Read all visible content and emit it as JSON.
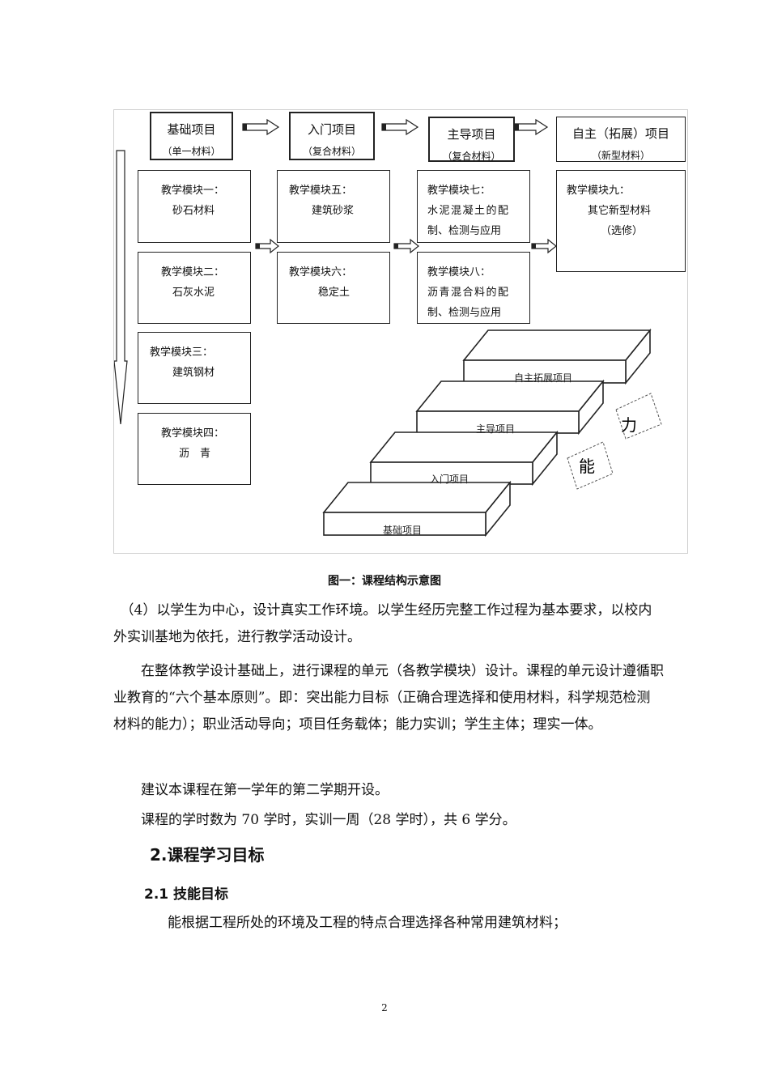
{
  "figure": {
    "headers": [
      {
        "title": "基础项目",
        "sub": "（单一材料）"
      },
      {
        "title": "入门项目",
        "sub": "（复合材料）"
      },
      {
        "title": "主导项目",
        "sub": "（复合材料）"
      },
      {
        "title": "自主（拓展）项目",
        "sub": "（新型材料）"
      }
    ],
    "modules": {
      "m1": [
        "教学模块一：",
        "砂石材料"
      ],
      "m2": [
        "教学模块二：",
        "石灰水泥"
      ],
      "m3": [
        "教学模块三：",
        "建筑钢材"
      ],
      "m4": [
        "教学模块四：",
        "沥　青"
      ],
      "m5": [
        "教学模块五：",
        "建筑砂浆"
      ],
      "m6": [
        "教学模块六：",
        "稳定土"
      ],
      "m7": [
        "教学模块七：",
        "水泥混凝土的配",
        "制、检测与应用"
      ],
      "m8": [
        "教学模块八：",
        "沥青混合料的配",
        "制、检测与应用"
      ],
      "m9": [
        "教学模块九：",
        "其它新型材料",
        "（选修）"
      ]
    },
    "stairs": [
      "自主拓展项目",
      "主导项目",
      "入门项目",
      "基础项目"
    ],
    "ability": [
      "力",
      "能"
    ]
  },
  "caption": "图一：课程结构示意图",
  "paragraphs": [
    "　（4）以学生为中心，设计真实工作环境。以学生经历完整工作过程为基本要求，以校内外实训基地为依托，进行教学活动设计。",
    "　　在整体教学设计基础上，进行课程的单元（各教学模块）设计。课程的单元设计遵循职业教育的“六个基本原则”。即：突出能力目标（正确合理选择和使用材料，科学规范检测材料的能力）；职业活动导向；项目任务载体；能力实训；学生主体；理实一体。",
    "　　建议本课程在第一学年的第二学期开设。",
    "　　课程的学时数为 70 学时，实训一周（28 学时），共 6 学分。"
  ],
  "heading2": "2.课程学习目标",
  "heading3": "2.1 技能目标",
  "last_para": "能根据工程所处的环境及工程的特点合理选择各种常用建筑材料；",
  "page_number": "2"
}
